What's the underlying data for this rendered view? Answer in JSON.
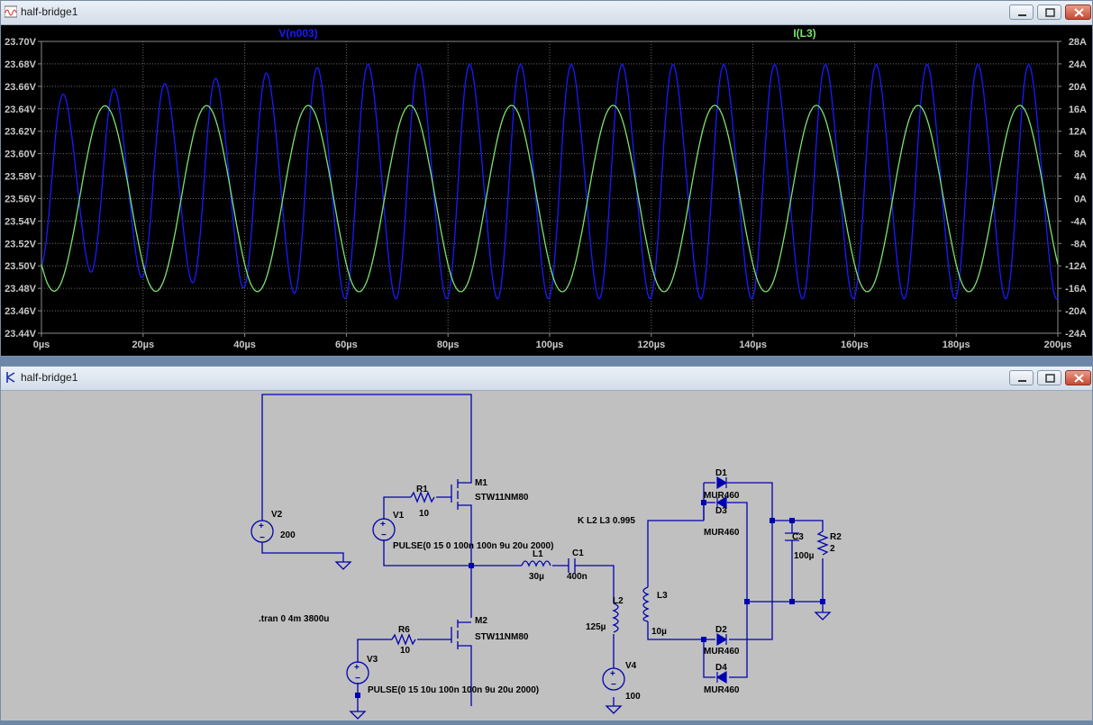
{
  "plot_window": {
    "title": "half-bridge1",
    "icon": "waveform-icon"
  },
  "schematic_window": {
    "title": "half-bridge1",
    "icon": "schematic-icon"
  },
  "chart_data": {
    "type": "line",
    "x_unit": "µs",
    "xlim": [
      0,
      200
    ],
    "x_ticks": [
      "0µs",
      "20µs",
      "40µs",
      "60µs",
      "80µs",
      "100µs",
      "120µs",
      "140µs",
      "160µs",
      "180µs",
      "200µs"
    ],
    "y_left_ticks": [
      "23.70V",
      "23.68V",
      "23.66V",
      "23.64V",
      "23.62V",
      "23.60V",
      "23.58V",
      "23.56V",
      "23.54V",
      "23.52V",
      "23.50V",
      "23.48V",
      "23.46V",
      "23.44V"
    ],
    "y_left_lim": [
      23.44,
      23.7
    ],
    "y_right_ticks": [
      "28A",
      "24A",
      "20A",
      "16A",
      "12A",
      "8A",
      "4A",
      "0A",
      "-4A",
      "-8A",
      "-12A",
      "-16A",
      "-20A",
      "-24A"
    ],
    "y_right_lim": [
      -24,
      28
    ],
    "grid": true,
    "series": [
      {
        "name": "V(n003)",
        "axis": "left",
        "color": "#1a1aff",
        "period_us": 10.0,
        "center": 23.575,
        "amp_start": 0.075,
        "amp_end": 0.103,
        "phase_us": 2.0
      },
      {
        "name": "I(L3)",
        "axis": "right",
        "color": "#7be26f",
        "period_us": 20.0,
        "center": 0.0,
        "amp_start": 16.5,
        "amp_end": 16.6,
        "phase_us": 7.5
      }
    ]
  },
  "schematic": {
    "components": [
      {
        "ref": "V2",
        "value": "200"
      },
      {
        "ref": "V1",
        "value": "PULSE(0 15 0 100n 100n 9u 20u 2000)"
      },
      {
        "ref": "R1",
        "value": "10"
      },
      {
        "ref": "M1",
        "value": "STW11NM80"
      },
      {
        "ref": "M2",
        "value": "STW11NM80"
      },
      {
        "ref": "R6",
        "value": "10"
      },
      {
        "ref": "V3",
        "value": "PULSE(0 15 10u 100n 100n 9u 20u 2000)"
      },
      {
        "ref": "L1",
        "value": "30µ"
      },
      {
        "ref": "C1",
        "value": "400n"
      },
      {
        "ref": "L2",
        "value": "125µ"
      },
      {
        "ref": "V4",
        "value": "100"
      },
      {
        "ref": "L3",
        "value": "10µ"
      },
      {
        "ref": "D1",
        "value": "MUR460"
      },
      {
        "ref": "D2",
        "value": "MUR460"
      },
      {
        "ref": "D3",
        "value": "MUR460"
      },
      {
        "ref": "D4",
        "value": "MUR460"
      },
      {
        "ref": "C3",
        "value": "100µ"
      },
      {
        "ref": "R2",
        "value": "2"
      }
    ],
    "directives": {
      "coupling": "K L2 L3 0.995",
      "tran": ".tran 0 4m 3800u"
    }
  }
}
